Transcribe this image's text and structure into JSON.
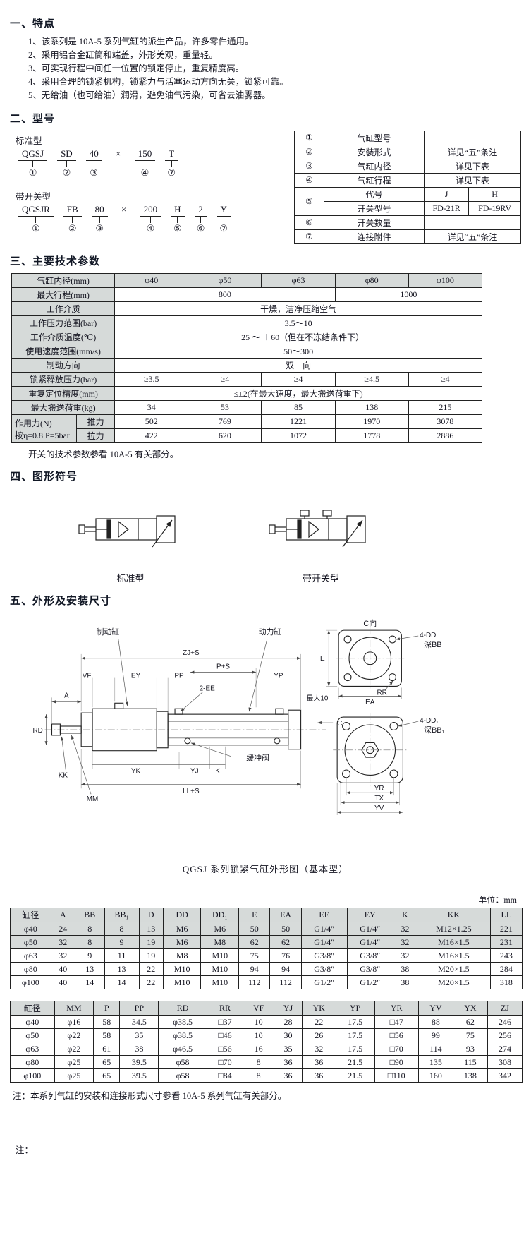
{
  "features": {
    "title": "一、特点",
    "items": [
      "1、该系列是 10A-5 系列气缸的派生产品，许多零件通用。",
      "2、采用铝合金缸筒和端盖，外形美观，重量轻。",
      "3、可实现行程中间任一位置的锁定停止，重复精度高。",
      "4、采用合理的锁紧机构，锁紧力与活塞运动方向无关，锁紧可靠。",
      "5、无给油（也可给油）润滑，避免油气污染，可省去油雾器。"
    ]
  },
  "model": {
    "title": "二、型号",
    "standard": {
      "label": "标准型",
      "parts": [
        "QGSJ",
        "SD",
        "40",
        "×",
        "150",
        "T"
      ],
      "circles": [
        "①",
        "②",
        "③",
        "",
        "④",
        "⑦"
      ]
    },
    "with_switch": {
      "label": "带开关型",
      "parts": [
        "QGSJR",
        "FB",
        "80",
        "×",
        "200",
        "H",
        "2",
        "Y"
      ],
      "circles": [
        "①",
        "②",
        "③",
        "",
        "④",
        "⑤",
        "⑥",
        "⑦"
      ]
    }
  },
  "mtable": {
    "c1": "①",
    "l1": "气缸型号",
    "v1": "",
    "c2": "②",
    "l2": "安装形式",
    "v2": "详见“五”条注",
    "c3": "③",
    "l3": "气缸内径",
    "v3": "详见下表",
    "c4": "④",
    "l4": "气缸行程",
    "v4": "详见下表",
    "c5": "⑤",
    "l5a": "代号",
    "j": "J",
    "h": "H",
    "l5b": "开关型号",
    "fj": "FD-21R",
    "fh": "FD-19RV",
    "c6": "⑥",
    "l6": "开关数量",
    "v6": "",
    "c7": "⑦",
    "l7": "连接附件",
    "v7": "详见“五”条注"
  },
  "spec": {
    "title": "三、主要技术参数",
    "bore_label": "气缸内径(mm)",
    "bores": [
      "φ40",
      "φ50",
      "φ63",
      "φ80",
      "φ100"
    ],
    "stroke_label": "最大行程(mm)",
    "stroke_v1": "800",
    "stroke_v2": "1000",
    "medium_label": "工作介质",
    "medium": "干燥，洁净压缩空气",
    "pressure_label": "工作压力范围(bar)",
    "pressure": "3.5～10",
    "temp_label": "工作介质温度(℃)",
    "temp": "－25 ～ ＋60（但在不冻结条件下）",
    "speed_label": "使用速度范围(mm/s)",
    "speed": "50～300",
    "brake_label": "制动方向",
    "brake": "双　向",
    "release_label": "锁紧释放压力(bar)",
    "release": [
      "≥3.5",
      "≥4",
      "≥4",
      "≥4.5",
      "≥4"
    ],
    "accuracy_label": "重复定位精度(mm)",
    "accuracy": "≤±2(在最大速度，最大搬送荷重下)",
    "load_label": "最大搬送荷重(kg)",
    "load": [
      "34",
      "53",
      "85",
      "138",
      "215"
    ],
    "force_label1": "作用力(N)",
    "force_label2": "按η=0.8 P=5bar",
    "push_label": "推力",
    "push": [
      "502",
      "769",
      "1221",
      "1970",
      "3078"
    ],
    "pull_label": "拉力",
    "pull": [
      "422",
      "620",
      "1072",
      "1778",
      "2886"
    ],
    "note": "开关的技术参数参看 10A-5 有关部分。"
  },
  "symbols": {
    "title": "四、图形符号",
    "standard_label": "标准型",
    "switch_label": "带开关型"
  },
  "dims": {
    "title": "五、外形及安装尺寸",
    "caption": "QGSJ 系列锁紧气缸外形图（基本型）",
    "unit": "单位：mm",
    "note": "注：本系列气缸的安装和连接形式尺寸参看 10A-5 系列气缸有关部分。",
    "footer_note": "注："
  },
  "drawing": {
    "brake_label": "制动缸",
    "power_label": "动力缸",
    "zj_s": "ZJ+S",
    "vf": "VF",
    "ey": "EY",
    "pp": "PP",
    "p_s": "P+S",
    "yp": "YP",
    "ee": "2-EE",
    "max10": "最大10",
    "c_view": "C向",
    "dd": "4-DD",
    "bb": "深BB",
    "e": "E",
    "rr": "RR",
    "ea": "EA",
    "dd1": "4-DD₁",
    "bb1": "深BB₁",
    "a": "A",
    "rd": "RD",
    "kk": "KK",
    "mm": "MM",
    "yk": "YK",
    "yj": "YJ",
    "k": "K",
    "buffer_valve": "缓冲阀",
    "ll_s": "LL+S",
    "yr": "YR",
    "tx": "TX",
    "yv": "YV",
    "c": "C"
  },
  "dim_table_1": {
    "headers": [
      "缸径",
      "A",
      "BB",
      "BB₁",
      "D",
      "DD",
      "DD₁",
      "E",
      "EA",
      "EE",
      "EY",
      "K",
      "KK",
      "LL"
    ],
    "rows": [
      [
        "φ40",
        "24",
        "8",
        "8",
        "13",
        "M6",
        "M6",
        "50",
        "50",
        "G1/4″",
        "G1/4″",
        "32",
        "M12×1.25",
        "221"
      ],
      [
        "φ50",
        "32",
        "8",
        "9",
        "19",
        "M6",
        "M8",
        "62",
        "62",
        "G1/4″",
        "G1/4″",
        "32",
        "M16×1.5",
        "231"
      ],
      [
        "φ63",
        "32",
        "9",
        "11",
        "19",
        "M8",
        "M10",
        "75",
        "76",
        "G3/8″",
        "G3/8″",
        "32",
        "M16×1.5",
        "243"
      ],
      [
        "φ80",
        "40",
        "13",
        "13",
        "22",
        "M10",
        "M10",
        "94",
        "94",
        "G3/8″",
        "G3/8″",
        "38",
        "M20×1.5",
        "284"
      ],
      [
        "φ100",
        "40",
        "14",
        "14",
        "22",
        "M10",
        "M10",
        "112",
        "112",
        "G1/2″",
        "G1/2″",
        "38",
        "M20×1.5",
        "318"
      ]
    ]
  },
  "dim_table_2": {
    "headers": [
      "缸径",
      "MM",
      "P",
      "PP",
      "RD",
      "RR",
      "VF",
      "YJ",
      "YK",
      "YP",
      "YR",
      "YV",
      "YX",
      "ZJ"
    ],
    "rows": [
      [
        "φ40",
        "φ16",
        "58",
        "34.5",
        "φ38.5",
        "□37",
        "10",
        "28",
        "22",
        "17.5",
        "□47",
        "88",
        "62",
        "246"
      ],
      [
        "φ50",
        "φ22",
        "58",
        "35",
        "φ38.5",
        "□46",
        "10",
        "30",
        "26",
        "17.5",
        "□56",
        "99",
        "75",
        "256"
      ],
      [
        "φ63",
        "φ22",
        "61",
        "38",
        "φ46.5",
        "□56",
        "16",
        "35",
        "32",
        "17.5",
        "□70",
        "114",
        "93",
        "274"
      ],
      [
        "φ80",
        "φ25",
        "65",
        "39.5",
        "φ58",
        "□70",
        "8",
        "36",
        "36",
        "21.5",
        "□90",
        "135",
        "115",
        "308"
      ],
      [
        "φ100",
        "φ25",
        "65",
        "39.5",
        "φ58",
        "□84",
        "8",
        "36",
        "36",
        "21.5",
        "□110",
        "160",
        "138",
        "342"
      ]
    ]
  }
}
